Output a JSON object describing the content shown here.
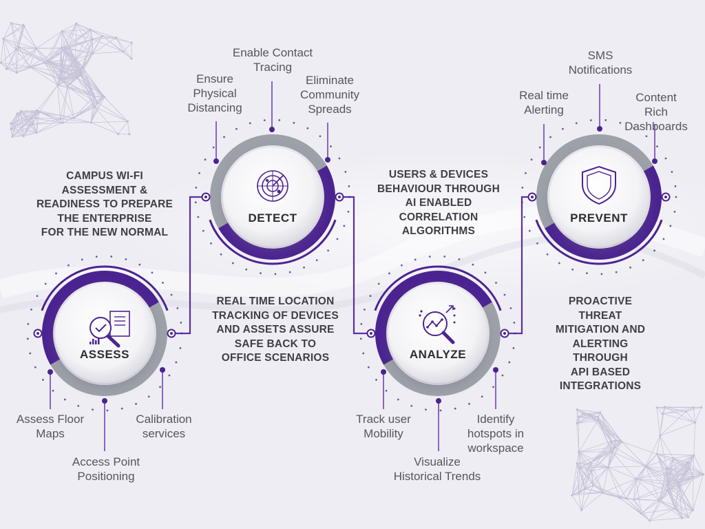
{
  "stages": [
    {
      "title": "ASSESS",
      "icon": "magnifier-document-icon",
      "features": [
        "Assess Floor\nMaps",
        "Access Point\nPositioning",
        "Calibration\nservices"
      ]
    },
    {
      "title": "DETECT",
      "icon": "radar-icon",
      "features": [
        "Ensure\nPhysical\nDistancing",
        "Enable Contact\nTracing",
        "Eliminate\nCommunity\nSpreads"
      ]
    },
    {
      "title": "ANALYZE",
      "icon": "analytics-magnifier-icon",
      "features": [
        "Track user\nMobility",
        "Visualize\nHistorical Trends",
        "Identify\nhotspots in\nworkspace"
      ]
    },
    {
      "title": "PREVENT",
      "icon": "shield-icon",
      "features": [
        "Real time\nAlerting",
        "SMS\nNotifications",
        "Content Rich\nDashboards"
      ]
    }
  ],
  "descriptions": [
    "CAMPUS WI-FI\nASSESSMENT &\nREADINESS TO PREPARE\nTHE ENTERPRISE\nFOR THE NEW NORMAL",
    "REAL TIME LOCATION\nTRACKING OF DEVICES\nAND ASSETS ASSURE\nSAFE BACK TO\nOFFICE SCENARIOS",
    "USERS & DEVICES\nBEHAVIOUR THROUGH\nAI ENABLED\nCORRELATION\nALGORITHMS",
    "PROACTIVE THREAT\nMITIGATION AND\nALERTING THROUGH\nAPI BASED\nINTEGRATIONS"
  ],
  "colors": {
    "accent": "#4b2391",
    "connector": "#5a2ea6",
    "ring_grey": "#9da1a8",
    "dots": "#3e2a7a",
    "background": "#eeedf3"
  }
}
